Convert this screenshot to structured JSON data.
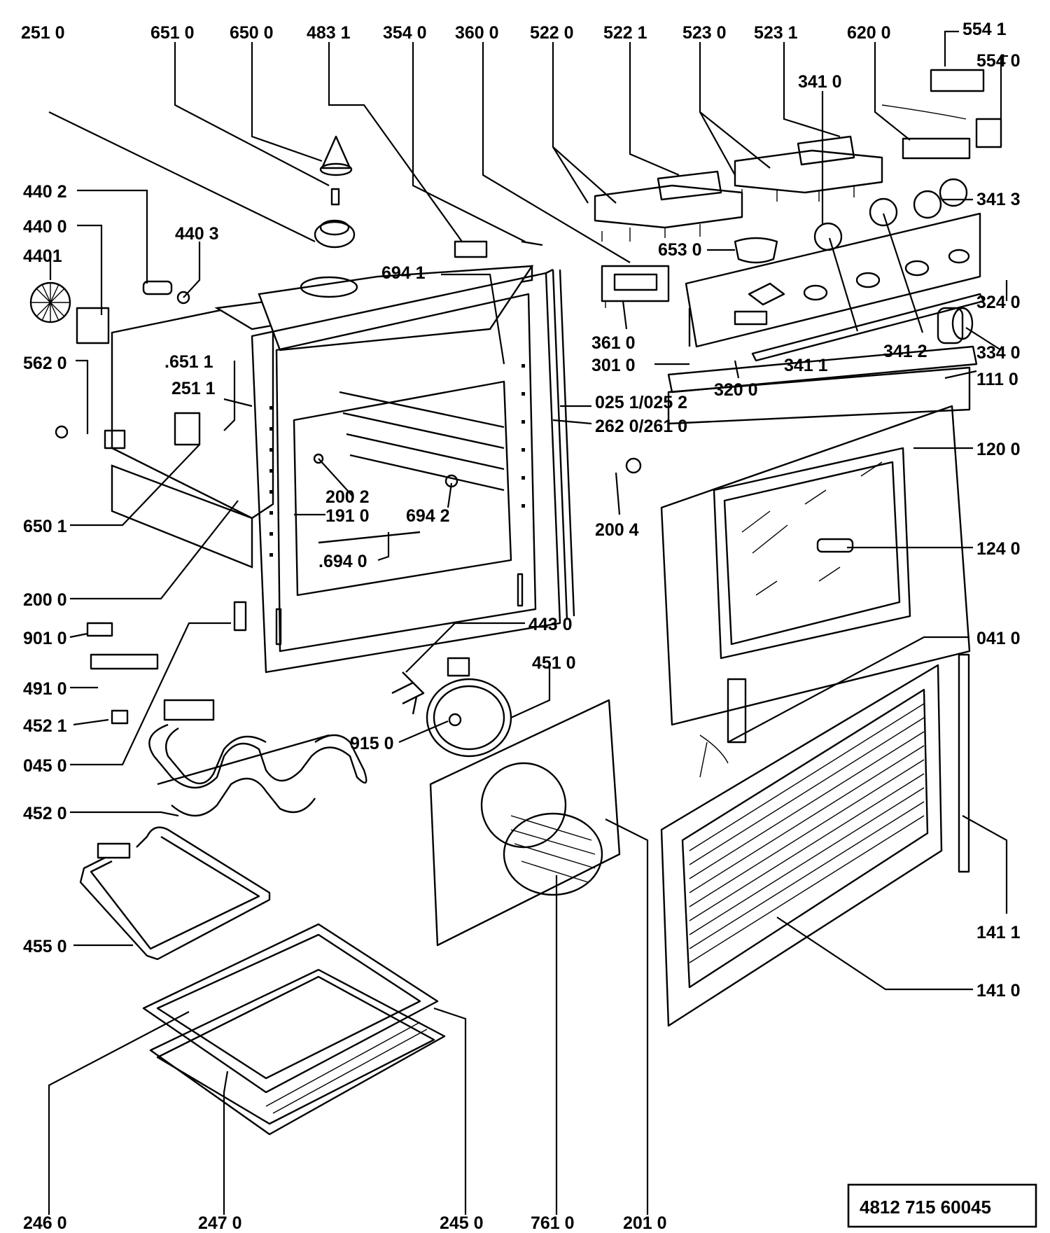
{
  "document_number": "4812 715 60045",
  "parts": [
    {
      "id": "p2510",
      "label": "251 0"
    },
    {
      "id": "p6510",
      "label": "651 0"
    },
    {
      "id": "p6500",
      "label": "650 0"
    },
    {
      "id": "p4831",
      "label": "483 1"
    },
    {
      "id": "p3540",
      "label": "354 0"
    },
    {
      "id": "p3600",
      "label": "360 0"
    },
    {
      "id": "p5220",
      "label": "522 0"
    },
    {
      "id": "p5221",
      "label": "522 1"
    },
    {
      "id": "p5230",
      "label": "523 0"
    },
    {
      "id": "p5231",
      "label": "523 1"
    },
    {
      "id": "p6200",
      "label": "620 0"
    },
    {
      "id": "p5541",
      "label": "554 1"
    },
    {
      "id": "p5540",
      "label": "554 0"
    },
    {
      "id": "p3410",
      "label": "341 0"
    },
    {
      "id": "p4402",
      "label": "440 2"
    },
    {
      "id": "p3413",
      "label": "341 3"
    },
    {
      "id": "p4400",
      "label": "440 0"
    },
    {
      "id": "p4403",
      "label": "440 3"
    },
    {
      "id": "p4401",
      "label": "4401"
    },
    {
      "id": "p6530",
      "label": "653 0"
    },
    {
      "id": "p6941",
      "label": "694 1"
    },
    {
      "id": "p3240",
      "label": "324 0"
    },
    {
      "id": "p3340",
      "label": "334 0"
    },
    {
      "id": "p3610",
      "label": "361 0"
    },
    {
      "id": "p3412",
      "label": "341 2"
    },
    {
      "id": "p3010",
      "label": "301 0"
    },
    {
      "id": "p3411",
      "label": "341 1"
    },
    {
      "id": "p6511",
      "label": ".651 1"
    },
    {
      "id": "p5620",
      "label": "562 0"
    },
    {
      "id": "p3200",
      "label": "320 0"
    },
    {
      "id": "p1110",
      "label": "111 0"
    },
    {
      "id": "p2511",
      "label": "251 1"
    },
    {
      "id": "p0251",
      "label": "025 1/025 2"
    },
    {
      "id": "p2620",
      "label": "262 0/261 0"
    },
    {
      "id": "p1200",
      "label": "120 0"
    },
    {
      "id": "p2002",
      "label": "200 2"
    },
    {
      "id": "p6942",
      "label": "694 2"
    },
    {
      "id": "p6501",
      "label": "650 1"
    },
    {
      "id": "p1910",
      "label": "191 0"
    },
    {
      "id": "p2004",
      "label": "200 4"
    },
    {
      "id": "p1240",
      "label": "124 0"
    },
    {
      "id": "p6940",
      "label": ".694 0"
    },
    {
      "id": "p2000",
      "label": "200 0"
    },
    {
      "id": "p4430",
      "label": "443 0"
    },
    {
      "id": "p9010",
      "label": "901 0"
    },
    {
      "id": "p0410",
      "label": "041 0"
    },
    {
      "id": "p4510",
      "label": "451 0"
    },
    {
      "id": "p4910",
      "label": "491 0"
    },
    {
      "id": "p4521",
      "label": "452 1"
    },
    {
      "id": "p9150",
      "label": "915 0"
    },
    {
      "id": "p0450",
      "label": "045 0"
    },
    {
      "id": "p4520",
      "label": "452 0"
    },
    {
      "id": "p1411",
      "label": "141 1"
    },
    {
      "id": "p4550",
      "label": "455 0"
    },
    {
      "id": "p1410",
      "label": "141 0"
    },
    {
      "id": "p2460",
      "label": "246 0"
    },
    {
      "id": "p2470",
      "label": "247 0"
    },
    {
      "id": "p2450",
      "label": "245 0"
    },
    {
      "id": "p7610",
      "label": "761 0"
    },
    {
      "id": "p2010",
      "label": "201 0"
    }
  ]
}
